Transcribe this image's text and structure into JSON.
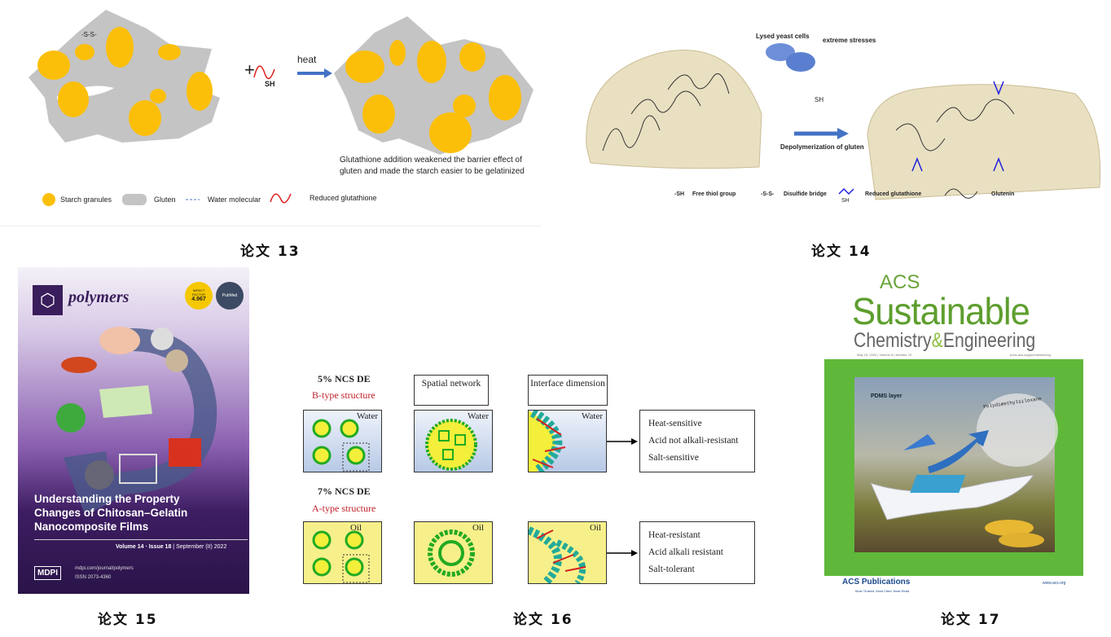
{
  "captions": [
    "论文 13",
    "论文 14",
    "论文 15",
    "论文 16",
    "论文 17"
  ],
  "fig13": {
    "heat_label": "heat",
    "sh_label": "SH",
    "ss_label": "-S-S-",
    "note": "Glutathione addition weakened the barrier effect of gluten and made the starch easier to be gelatinized",
    "legend": [
      "Starch granules",
      "Gluten",
      "Water molecular",
      "Reduced glutathione"
    ],
    "colors": {
      "starch": "#fbbf0a",
      "gluten": "#c4c4c4",
      "water": "#4a78c8",
      "glutathione": "#e02020"
    }
  },
  "fig14": {
    "yeast_label": "Lysed yeast cells",
    "stress_label": "extreme stresses",
    "arrow_label": "Depolymerization of gluten",
    "sh_label": "SH",
    "legend": [
      {
        "symbol": "-SH",
        "label": "Free thiol group"
      },
      {
        "symbol": "-S-S-",
        "label": "Disulfide bridge"
      },
      {
        "symbol": "SH",
        "label": "Reduced glutathione"
      },
      {
        "symbol": "",
        "label": "Glutenin"
      }
    ]
  },
  "fig15": {
    "journal": "polymers",
    "impact_label": "IMPACT FACTOR",
    "impact_value": "4.967",
    "pubmed": "PubMed",
    "title": "Understanding the Property Changes of Chitosan–Gelatin Nanocomposite Films",
    "volume": "Volume 14 · Issue 18",
    "date": "September (II) 2022",
    "publisher": "MDPI",
    "url": "mdpi.com/journal/polymers",
    "issn": "ISSN 2073-4360"
  },
  "fig16": {
    "col_headers": [
      "Spatial network",
      "Interface dimension"
    ],
    "rows": [
      {
        "conc": "5% NCS DE",
        "type": "B-type structure",
        "medium": "Water",
        "properties": [
          "Heat-sensitive",
          "Acid not alkali-resistant",
          "Salt-sensitive"
        ]
      },
      {
        "conc": "7% NCS DE",
        "type": "A-type structure",
        "medium": "Oil",
        "properties": [
          "Heat-resistant",
          "Acid alkali resistant",
          "Salt-tolerant"
        ]
      }
    ]
  },
  "fig17": {
    "acs": "ACS",
    "title1": "Sustainable",
    "title2": "Chemistry",
    "amp": "&",
    "title3": "Engineering",
    "issue": "May 18, 2020 | Volume 8 | Number 19",
    "site": "pubs.acs.org/journal/ascecg",
    "pdms": "PDMS layer",
    "polymer": "Polydimethylsiloxane",
    "publisher": "ACS Publications",
    "tagline": "Most Trusted. Most Cited. Most Read.",
    "www": "www.acs.org"
  }
}
